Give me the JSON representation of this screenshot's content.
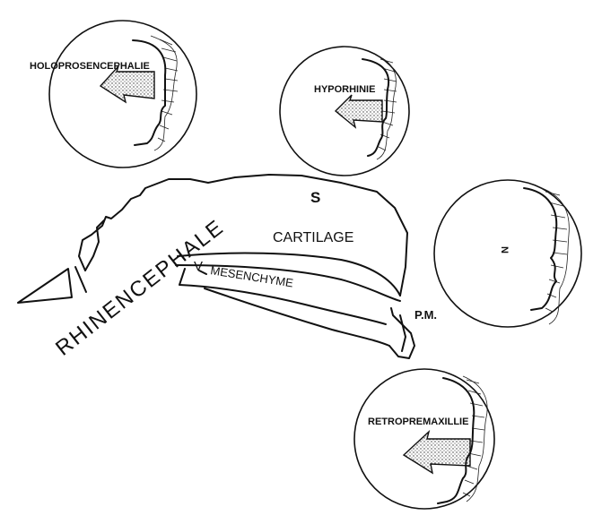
{
  "diagram": {
    "center_labels": {
      "rhinencephale": "RHINENCEPHALE",
      "s": "S",
      "cartilage": "CARTILAGE",
      "v": "V",
      "mesenchyme": "MESENCHYME",
      "pm": "P.M."
    },
    "circles": [
      {
        "label": "HOLOPROSENCEPHALIE"
      },
      {
        "label": "HYPORHINIE"
      },
      {
        "label": "N"
      },
      {
        "label": "RETROPREMAXILLIE"
      }
    ]
  }
}
